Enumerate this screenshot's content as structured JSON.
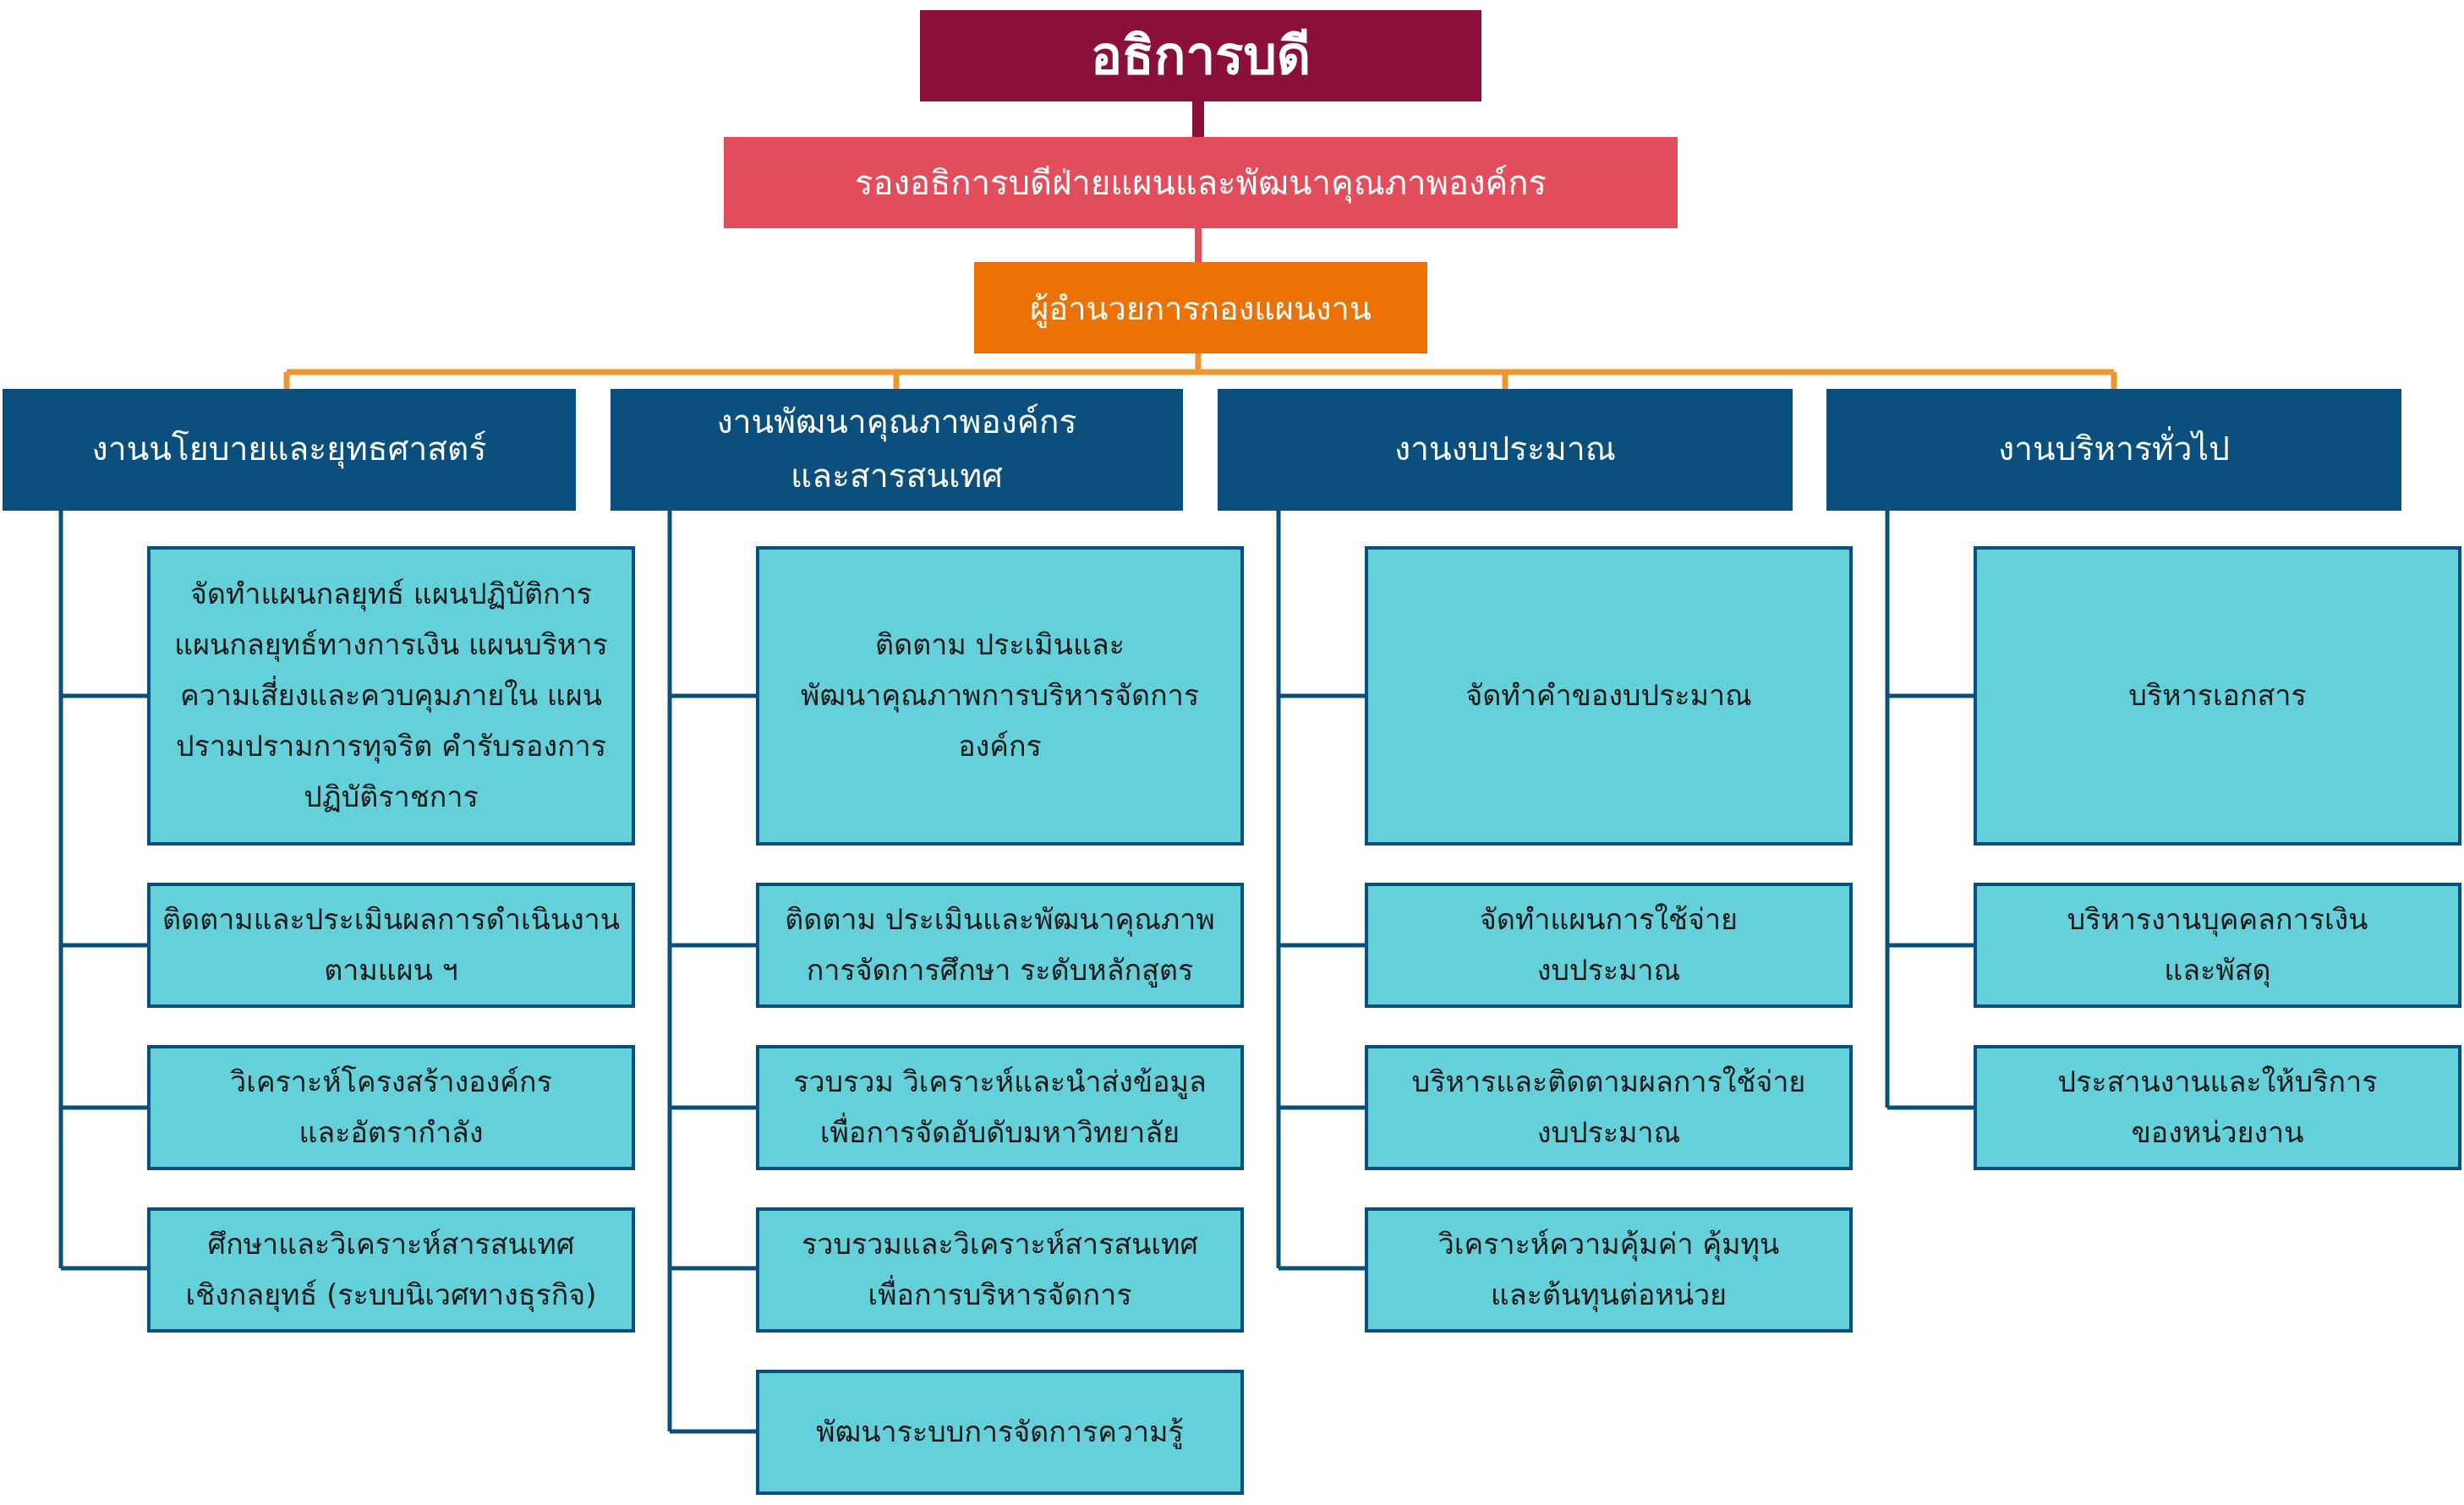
{
  "chart": {
    "top": {
      "title": "อธิการบดี",
      "color": "#8a1038"
    },
    "deputy": {
      "title": "รองอธิการบดีฝ่ายแผนและพัฒนาคุณภาพองค์กร",
      "color": "#e24e5c"
    },
    "director": {
      "title": "ผู้อำนวยการกองแผนงาน",
      "color": "#ec7206"
    },
    "sections": [
      {
        "title": "งานนโยบายและยุทธศาสตร์",
        "tasks": [
          "จัดทำแผนกลยุทธ์ แผนปฏิบัติการ\nแผนกลยุทธ์ทางการเงิน  แผนบริหาร\nความเสี่ยงและควบคุมภายใน แผน\nปรามปรามการทุจริต  คำรับรองการ\nปฏิบัติราชการ",
          "ติดตามและประเมินผลการดำเนินงาน\nตามแผน ฯ",
          "วิเคราะห์โครงสร้างองค์กร\nและอัตรากำลัง",
          "ศึกษาและวิเคราะห์สารสนเทศ\nเชิงกลยุทธ์ (ระบบนิเวศทางธุรกิจ)"
        ]
      },
      {
        "title": "งานพัฒนาคุณภาพองค์กร\nและสารสนเทศ",
        "tasks": [
          "ติดตาม ประเมินและ\nพัฒนาคุณภาพการบริหารจัดการ\nองค์กร",
          "ติดตาม ประเมินและพัฒนาคุณภาพ\nการจัดการศึกษา ระดับหลักสูตร",
          "รวบรวม วิเคราะห์และนำส่งข้อมูล\nเพื่อการจัดอับดับมหาวิทยาลัย",
          "รวบรวมและวิเคราะห์สารสนเทศ\nเพื่อการบริหารจัดการ",
          "พัฒนาระบบการจัดการความรู้"
        ]
      },
      {
        "title": "งานงบประมาณ",
        "tasks": [
          "จัดทำคำของบประมาณ",
          "จัดทำแผนการใช้จ่าย\nงบประมาณ",
          "บริหารและติดตามผลการใช้จ่าย\nงบประมาณ",
          "วิเคราะห์ความคุ้มค่า คุ้มทุน\nและต้นทุนต่อหน่วย"
        ]
      },
      {
        "title": "งานบริหารทั่วไป",
        "tasks": [
          "บริหารเอกสาร",
          "บริหารงานบุคคลการเงิน\nและพัสดุ",
          "ประสานงานและให้บริการ\nของหน่วยงาน"
        ]
      }
    ],
    "colors": {
      "section": "#0b4f7f",
      "task_fill": "#63d0da",
      "task_border": "#0b4f7f",
      "connector_orange": "#f0962e",
      "connector_pink": "#e24e5c"
    }
  }
}
